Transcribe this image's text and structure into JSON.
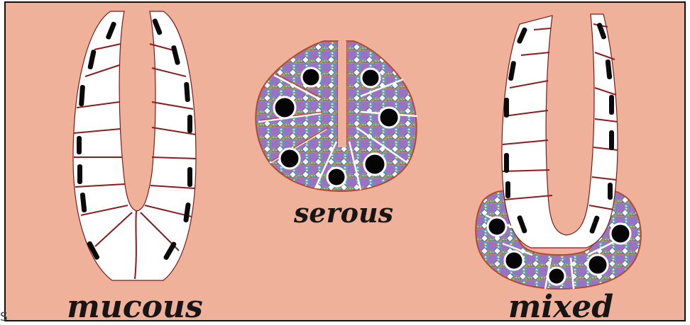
{
  "labels": {
    "mucous": "mucous",
    "serous": "serous",
    "mixed": "mixed"
  },
  "stray_fragment": "S",
  "colors": {
    "background": "#f0b19a",
    "mucous_cell": "#ffffff",
    "cell_border": "#8b1c1c",
    "nucleus": "#000000"
  }
}
